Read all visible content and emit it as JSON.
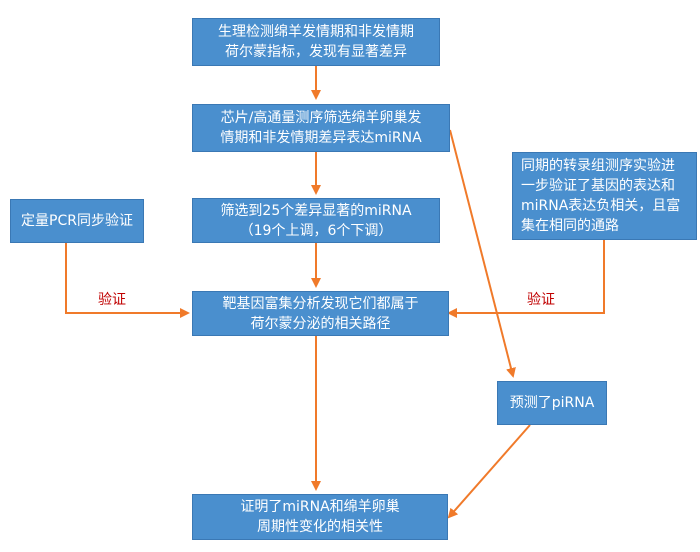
{
  "colors": {
    "box_fill": "#4a8fce",
    "box_text": "#ffffff",
    "arrow": "#f07a2a",
    "label": "#c00000"
  },
  "nodes": {
    "physio": {
      "line1": "生理检测绵羊发情期和非发情期",
      "line2": "荷尔蒙指标，发现有显著差异"
    },
    "seq": {
      "line1": "芯片/高通量测序筛选绵羊卵巢发",
      "line2": "情期和非发情期差异表达miRNA"
    },
    "screen": {
      "line1": "筛选到25个差异显著的miRNA",
      "line2": "（19个上调，6个下调）"
    },
    "pcr": {
      "line1": "定量PCR同步验证"
    },
    "transcriptome": {
      "line1": "同期的转录组测序实验进",
      "line2": "一步验证了基因的表达和",
      "line3": "miRNA表达负相关，且富",
      "line4": "集在相同的通路"
    },
    "target": {
      "line1": "靶基因富集分析发现它们都属于",
      "line2": "荷尔蒙分泌的相关路径"
    },
    "pirna": {
      "line1": "预测了piRNA"
    },
    "proof": {
      "line1": "证明了miRNA和绵羊卵巢",
      "line2": "周期性变化的相关性"
    }
  },
  "edge_labels": {
    "left_verify": "验证",
    "right_verify": "验证"
  }
}
